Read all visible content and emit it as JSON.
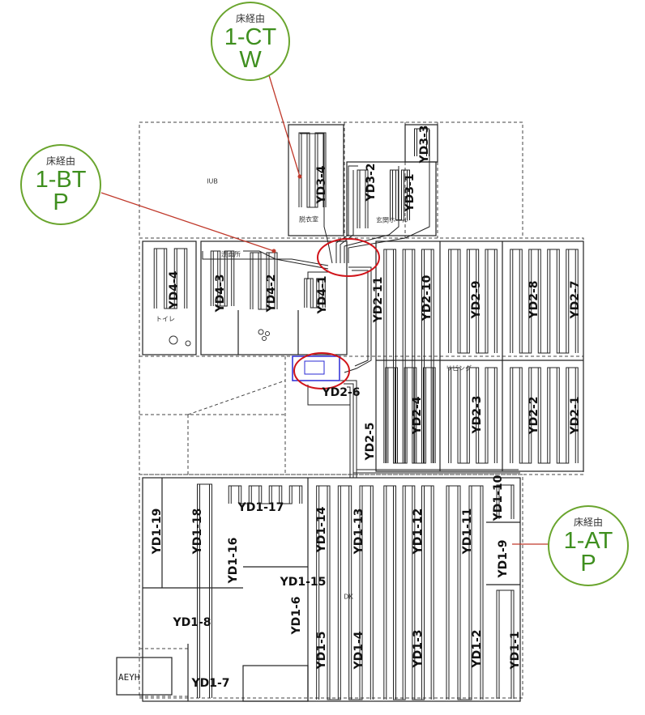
{
  "callouts": {
    "ctw": {
      "top": "床経由",
      "mid": "1-CT",
      "bot": "W"
    },
    "btp": {
      "top": "床経由",
      "mid": "1-BT",
      "bot": "P"
    },
    "atp": {
      "top": "床経由",
      "mid": "1-AT",
      "bot": "P"
    }
  },
  "rooms": {
    "iub": "IUB",
    "wardrobe": "脱衣室",
    "hall": "玄関ホール",
    "washroom": "洗面所",
    "toilet": "トイレ",
    "living": "リビング",
    "dk": "DK",
    "aeyh": "AEYH"
  },
  "zones": {
    "yd3_4": "YD3-4",
    "yd3_2": "YD3-2",
    "yd3_1": "YD3-1",
    "yd3_3": "YD3-3",
    "yd4_4": "YD4-4",
    "yd4_3": "YD4-3",
    "yd4_2": "YD4-2",
    "yd4_1": "YD4-1",
    "yd2_11": "YD2-11",
    "yd2_10": "YD2-10",
    "yd2_9": "YD2-9",
    "yd2_8": "YD2-8",
    "yd2_7": "YD2-7",
    "yd2_6": "YD2-6",
    "yd2_5": "YD2-5",
    "yd2_4": "YD2-4",
    "yd2_3": "YD2-3",
    "yd2_2": "YD2-2",
    "yd2_1": "YD2-1",
    "yd1_19": "YD1-19",
    "yd1_18": "YD1-18",
    "yd1_17": "YD1-17",
    "yd1_16": "YD1-16",
    "yd1_15": "YD1-15",
    "yd1_14": "YD1-14",
    "yd1_13": "YD1-13",
    "yd1_12": "YD1-12",
    "yd1_11": "YD1-11",
    "yd1_10": "YD1-10",
    "yd1_9": "YD1-9",
    "yd1_8": "YD1-8",
    "yd1_7": "YD1-7",
    "yd1_6": "YD1-6",
    "yd1_5": "YD1-5",
    "yd1_4": "YD1-4",
    "yd1_3": "YD1-3",
    "yd1_2": "YD1-2",
    "yd1_1": "YD1-1"
  },
  "colors": {
    "callout_border": "#6aa52e",
    "callout_text": "#3f8f1f",
    "leader_line": "#c0392b",
    "highlight_ellipse": "#d0141a",
    "manifold_box": "#2a2ad6",
    "pipe": "#222222",
    "wall_dashed": "#444444"
  }
}
